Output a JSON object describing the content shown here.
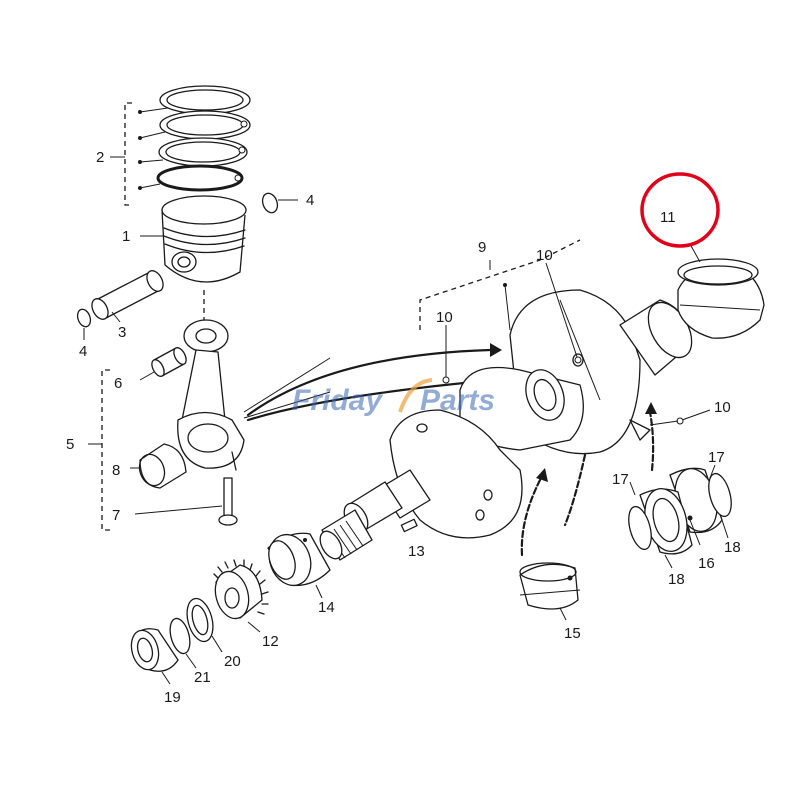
{
  "watermark": {
    "brand_left": "Friday",
    "brand_right": "Parts",
    "color_left": "#3b67b3",
    "color_right": "#3b67b3",
    "swoosh_color": "#e8a13a"
  },
  "highlight": {
    "color": "#e0001a",
    "part": "11"
  },
  "labels": {
    "p1": "1",
    "p2": "2",
    "p3": "3",
    "p4a": "4",
    "p4b": "4",
    "p5": "5",
    "p6": "6",
    "p7": "7",
    "p8": "8",
    "p9": "9",
    "p10a": "10",
    "p10b": "10",
    "p10c": "10",
    "p11": "11",
    "p12": "12",
    "p13": "13",
    "p14": "14",
    "p15": "15",
    "p16": "16",
    "p17a": "17",
    "p17b": "17",
    "p18a": "18",
    "p18b": "18",
    "p19": "19",
    "p20": "20",
    "p21": "21"
  }
}
